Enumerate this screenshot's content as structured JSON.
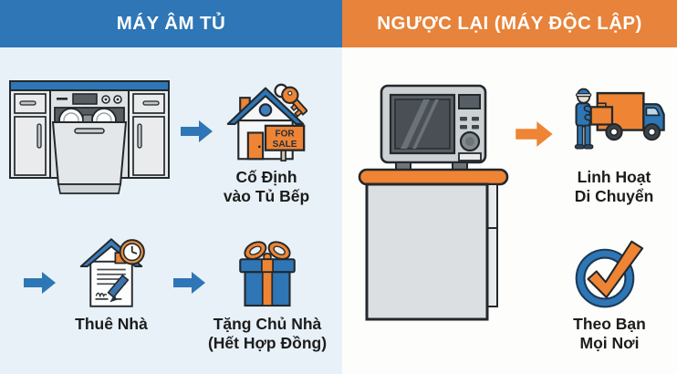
{
  "left_panel": {
    "header": "MÁY ÂM TỦ",
    "items": {
      "fixed": {
        "line1": "Cố Định",
        "line2": "vào Tủ Bếp"
      },
      "rent": {
        "line1": "Thuê Nhà"
      },
      "gift": {
        "line1": "Tặng Chủ Nhà",
        "line2": "(Hết Hợp Đồng)"
      }
    },
    "for_sale_sign": {
      "line1": "FOR",
      "line2": "SALE"
    }
  },
  "right_panel": {
    "header": "NGƯỢC LẠI (MÁY ĐỘC LẬP)",
    "items": {
      "move": {
        "line1": "Linh Hoạt",
        "line2": "Di Chuyển"
      },
      "follow": {
        "line1": "Theo Bạn",
        "line2": "Mọi Nơi"
      }
    }
  },
  "icons": {
    "left": [
      "built-in-dishwasher-illustration",
      "arrow-right-icon",
      "house-for-sale-icon",
      "key-icon",
      "rental-contract-icon",
      "clock-icon",
      "pen-icon",
      "gift-box-icon"
    ],
    "right": [
      "microwave-on-cabinet-illustration",
      "arrow-right-icon",
      "delivery-man-truck-icon",
      "checkmark-circle-icon"
    ]
  },
  "colors": {
    "blue": "#2e76b5",
    "orange": "#ee8434",
    "header_blue": "#2e76b5",
    "header_orange": "#e7833a",
    "bg_left": "#e8f1f7",
    "bg_right": "#fdfdfb",
    "outline": "#23282c",
    "text": "#1c1c1c"
  }
}
